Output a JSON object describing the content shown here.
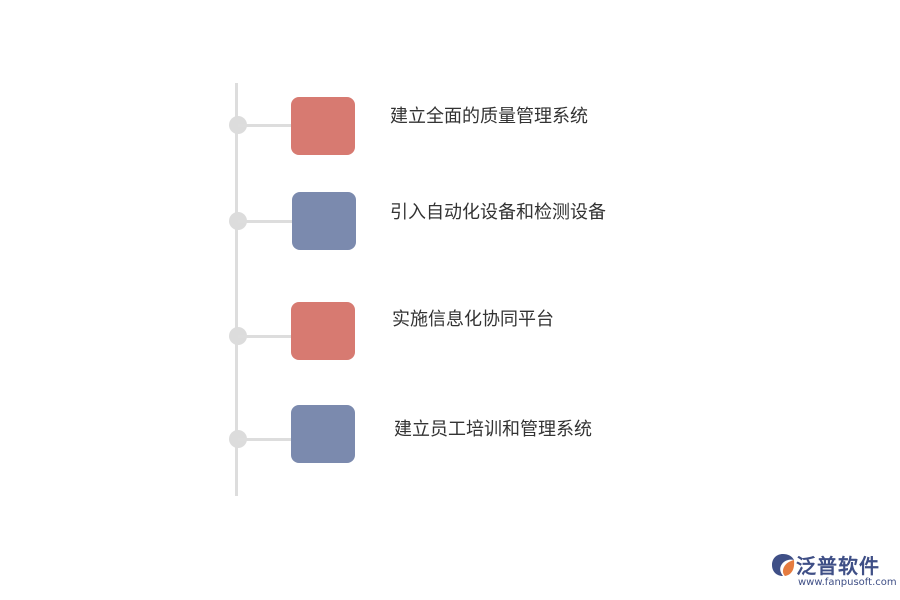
{
  "diagram": {
    "items": [
      {
        "label": "建立全面的质量管理系统",
        "color": "#d77a71"
      },
      {
        "label": "引入自动化设备和检测设备",
        "color": "#7b8aae"
      },
      {
        "label": "实施信息化协同平台",
        "color": "#d77a71"
      },
      {
        "label": "建立员工培训和管理系统",
        "color": "#7b8aae"
      }
    ]
  },
  "brand": {
    "name": "泛普软件",
    "url": "www.fanpusoft.com",
    "colors": {
      "primary": "#3f4f86",
      "accent": "#e57b3f"
    }
  }
}
